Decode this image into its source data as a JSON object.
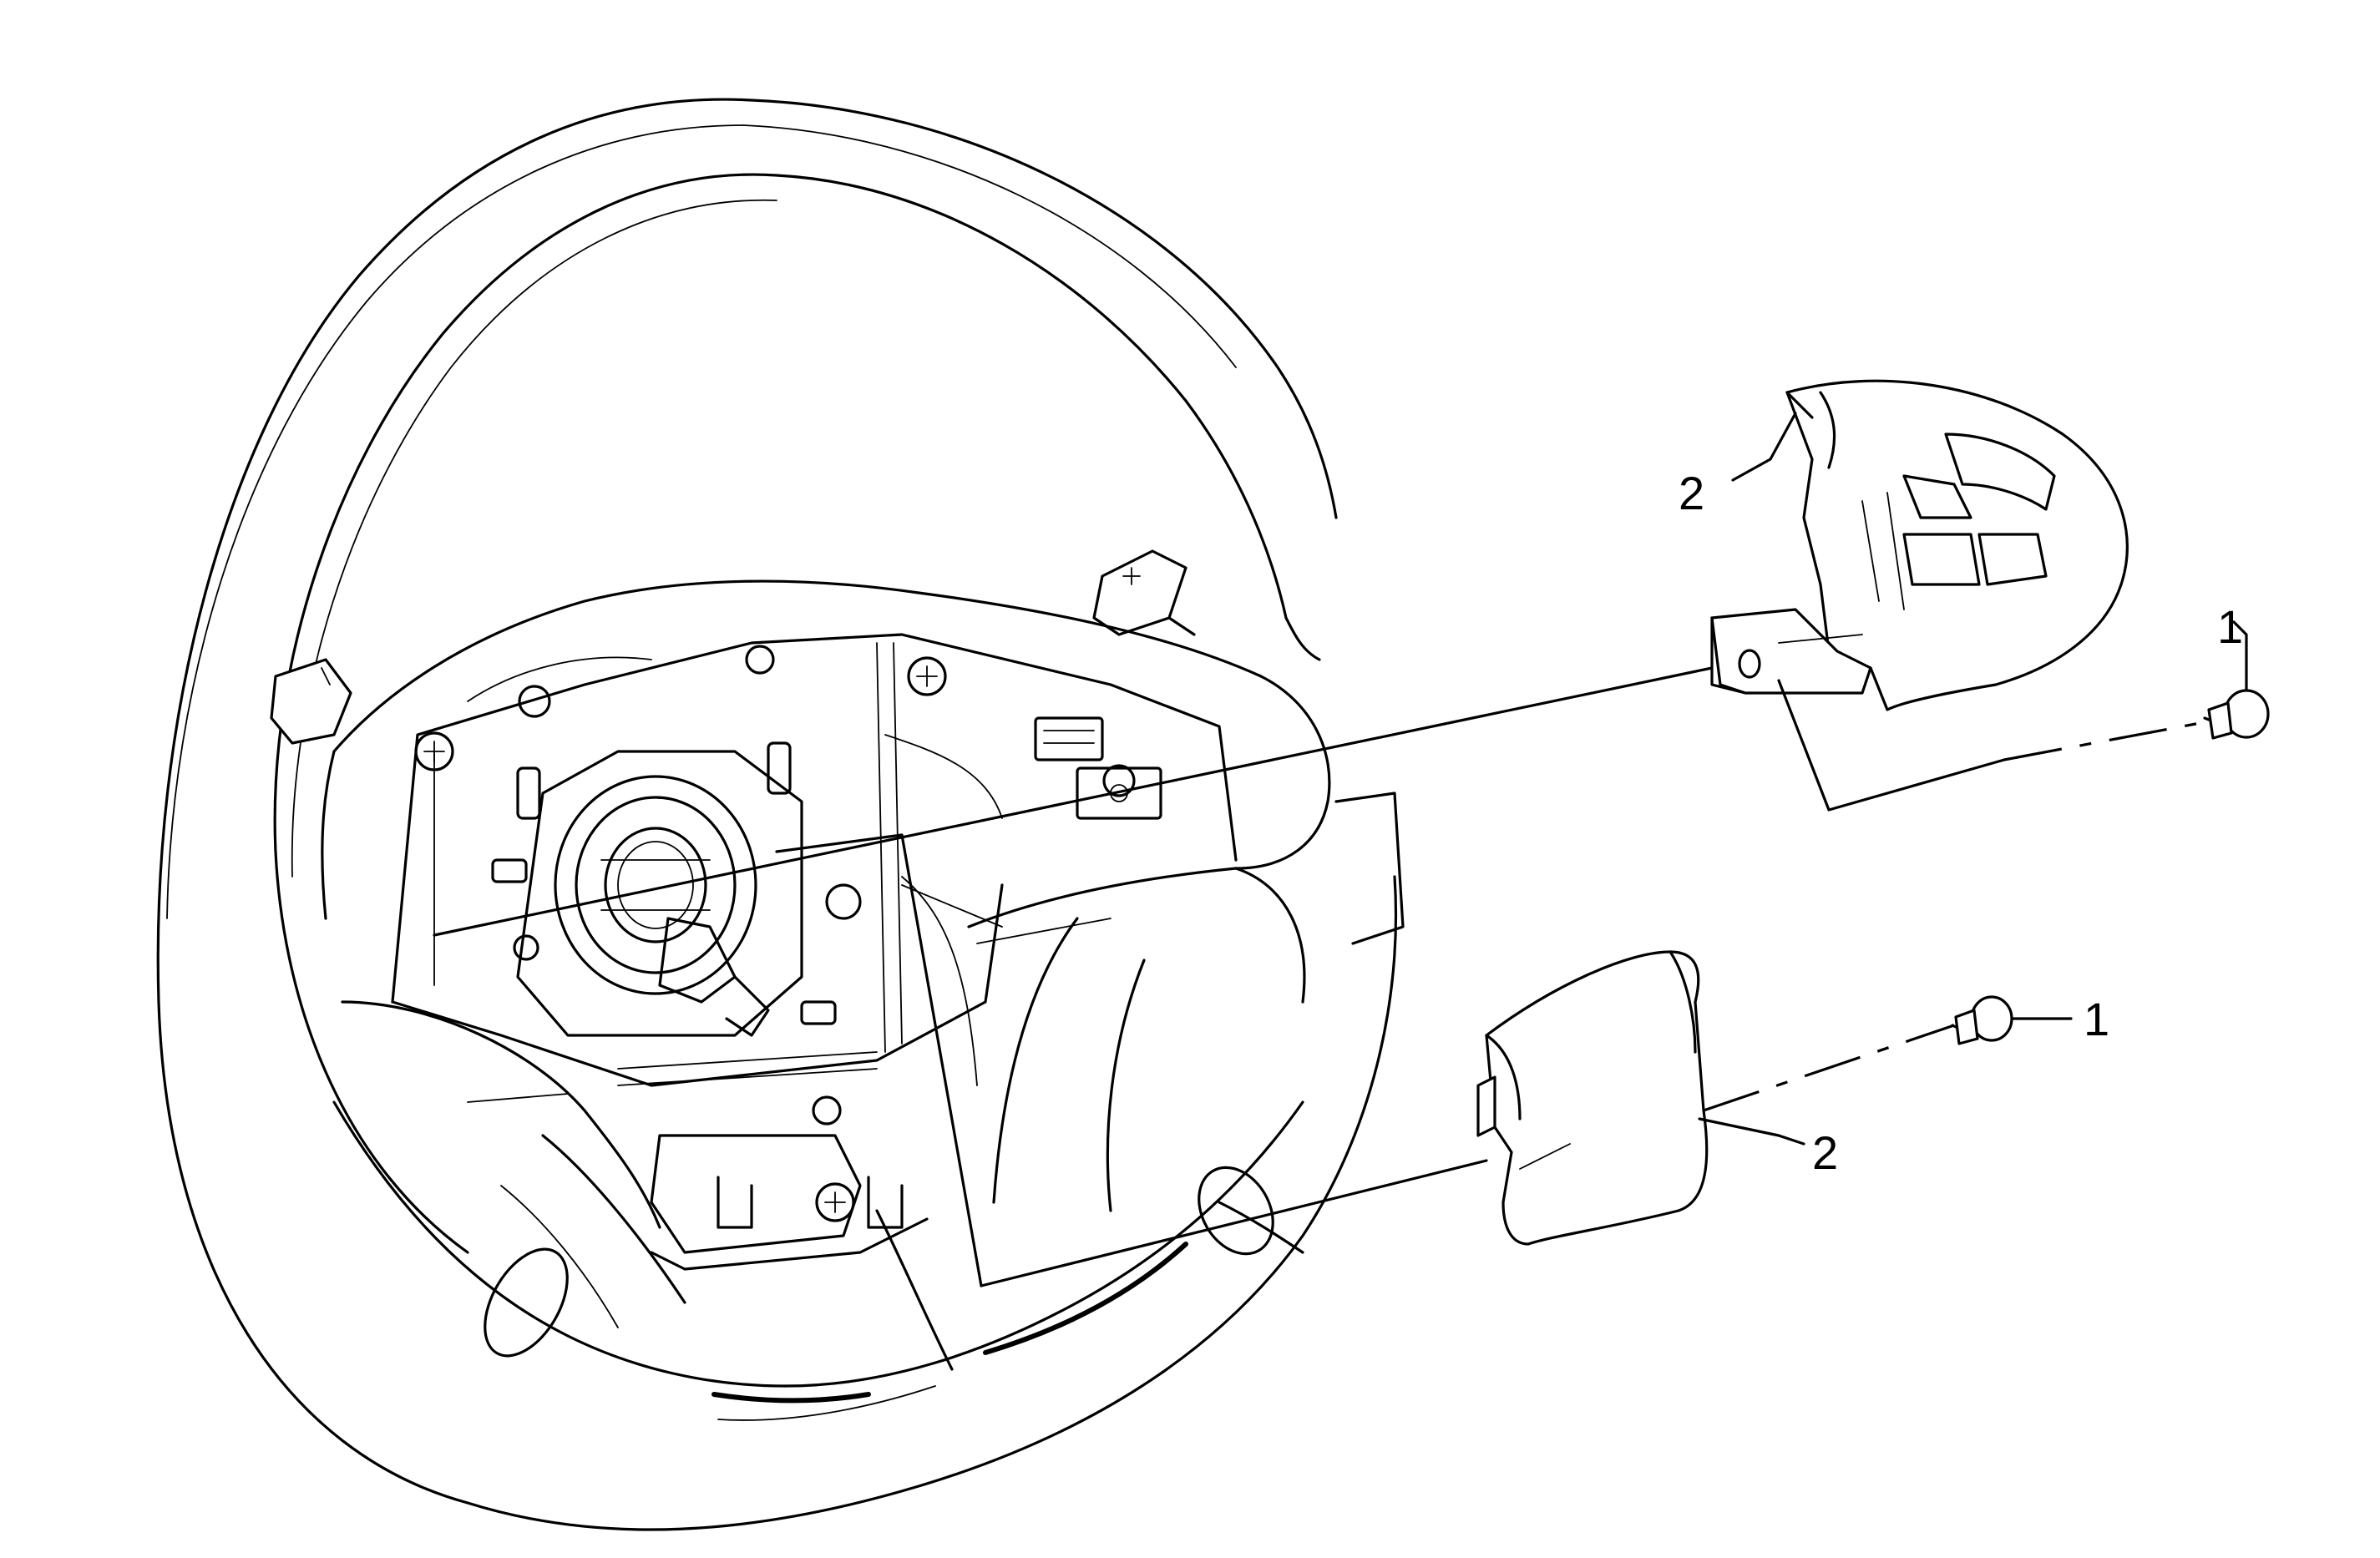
{
  "callouts": {
    "fastener_upper": "1",
    "bezel_upper": "2",
    "fastener_lower": "1",
    "bezel_lower": "2"
  }
}
